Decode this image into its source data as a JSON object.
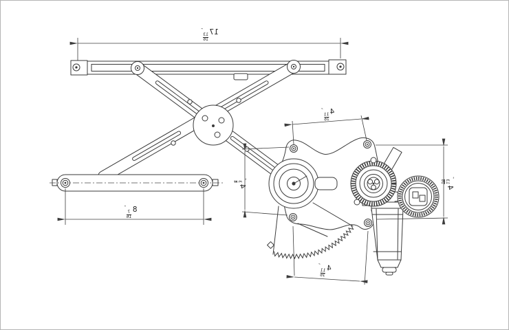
{
  "page": {
    "background": "#ffffff",
    "border_color": "#b4b4b4",
    "line_color": "#3a3a3a"
  },
  "drawing": {
    "subject": "power-window-regulator-with-motor",
    "dimensions": {
      "top_rail_width": {
        "whole": "17",
        "num": "13",
        "den": "16",
        "unit": "″"
      },
      "lower_rail_width": {
        "whole": "8",
        "num": "7",
        "den": "16",
        "unit": "″"
      },
      "motor_mount_top": {
        "whole": "4",
        "num": "11",
        "den": "16",
        "unit": "″"
      },
      "motor_mount_right": {
        "whole": "4",
        "num": "13",
        "den": "16",
        "unit": "″"
      },
      "motor_mount_left": {
        "whole": "4",
        "num": "3",
        "den": "4",
        "unit": "″"
      },
      "motor_mount_bottom": {
        "whole": "4",
        "num": "11",
        "den": "16",
        "unit": "″"
      }
    }
  }
}
